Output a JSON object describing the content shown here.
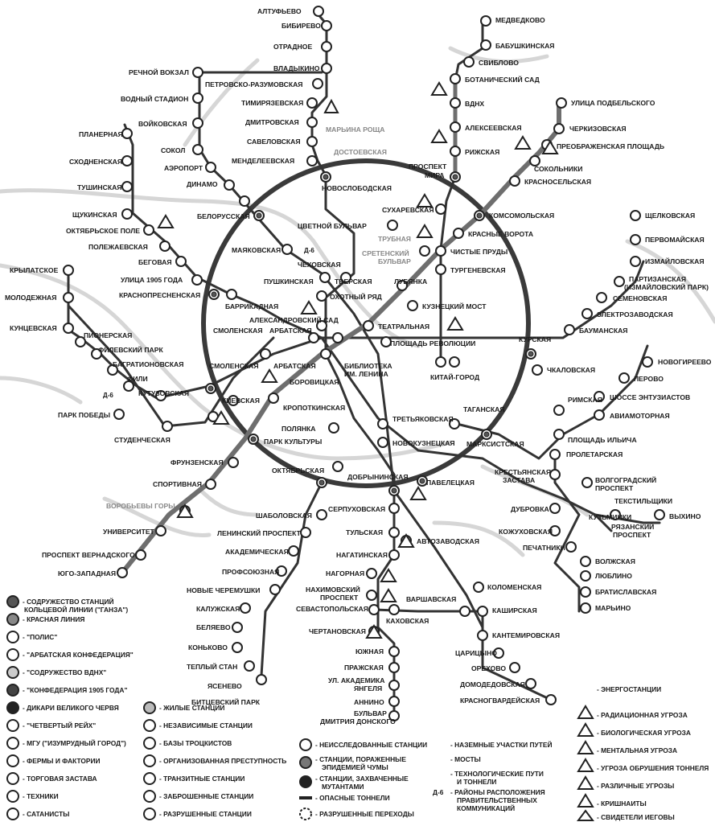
{
  "colors": {
    "line": "#333333",
    "ring": "#3a3a3a",
    "river": "#d4d4d4",
    "hansa": "#555555",
    "red": "#7a7a7a"
  },
  "stations": {
    "altufyevo": "АЛТУФЬЕВО",
    "bibirevo": "БИБИРЕВО",
    "otradnoe": "ОТРАДНОЕ",
    "vladykino": "ВЛАДЫКИНО",
    "petrovsko": "ПЕТРОВСКО-РАЗУМОВСКАЯ",
    "timiryazevskaya": "ТИМИРЯЗЕВСКАЯ",
    "dmitrovskaya": "ДМИТРОВСКАЯ",
    "savelovskaya": "САВЕЛОВСКАЯ",
    "mendeleevskaya": "МЕНДЕЛЕЕВСКАЯ",
    "novoslobodskaya": "НОВОСЛОБОДСКАЯ",
    "maryina_roshcha": "МАРЬИНА РОЩА",
    "dostoevskaya": "ДОСТОЕВСКАЯ",
    "medvedkovo": "МЕДВЕДКОВО",
    "babushkinskaya": "БАБУШКИНСКАЯ",
    "sviblovo": "СВИБЛОВО",
    "botanichesky": "БОТАНИЧЕСКИЙ САД",
    "vdnh": "ВДНХ",
    "alekseevskaya": "АЛЕКСЕЕВСКАЯ",
    "rizhskaya": "РИЖСКАЯ",
    "prospekt_mira_1": "ПРОСПЕКТ",
    "prospekt_mira_2": "МИРА",
    "podbelskogo": "УЛИЦА ПОДБЕЛЬСКОГО",
    "cherkizovskaya": "ЧЕРКИЗОВСКАЯ",
    "preobrazhenskaya": "ПРЕОБРАЖЕНСКАЯ ПЛОЩАДЬ",
    "sokolniki": "СОКОЛЬНИКИ",
    "krasnoselskaya": "КРАСНОСЕЛЬСКАЯ",
    "komsomolskaya": "КОМСОМОЛЬСКАЯ",
    "krasnye_vorota": "КРАСНЫЕ ВОРОТА",
    "chistye_prudy": "ЧИСТЫЕ ПРУДЫ",
    "turgenevskaya": "ТУРГЕНЕВСКАЯ",
    "sukharevskaya": "СУХАРЕВСКАЯ",
    "tsvetnoy": "ЦВЕТНОЙ БУЛЬВАР",
    "trubnaya": "ТРУБНАЯ",
    "sretensky_1": "СРЕТЕНСКИЙ",
    "sretensky_2": "БУЛЬВАР",
    "rechnoy": "РЕЧНОЙ ВОКЗАЛ",
    "vodny": "ВОДНЫЙ СТАДИОН",
    "voykovskaya": "ВОЙКОВСКАЯ",
    "sokol": "СОКОЛ",
    "aeroport": "АЭРОПОРТ",
    "dinamo": "ДИНАМО",
    "belorusskaya": "БЕЛОРУССКАЯ",
    "mayakovskaya": "МАЯКОВСКАЯ",
    "d6": "Д-6",
    "planernaya": "ПЛАНЕРНАЯ",
    "skhodnenskaya": "СХОДНЕНСКАЯ",
    "tushinskaya": "ТУШИНСКАЯ",
    "shchukinskaya": "ЩУКИНСКАЯ",
    "oktyabrskoe_pole": "ОКТЯБРЬСКОЕ ПОЛЕ",
    "polezhaevskaya": "ПОЛЕЖАЕВСКАЯ",
    "begovaya": "БЕГОВАЯ",
    "ulitsa_1905": "УЛИЦА 1905 ГОДА",
    "krasnopresnenskaya": "КРАСНОПРЕСНЕНСКАЯ",
    "barrikadnaya": "БАРРИКАДНАЯ",
    "pushkinskaya": "ПУШКИНСКАЯ",
    "chekhovskaya": "ЧЕХОВСКАЯ",
    "tverskaya": "ТВЕРСКАЯ",
    "lubyanka": "ЛУБЯНКА",
    "okhotny_ryad": "ОХОТНЫЙ РЯД",
    "kuznetsky": "КУЗНЕЦКИЙ МОСТ",
    "teatralnaya": "ТЕАТРАЛЬНАЯ",
    "ploshchad_rev": "ПЛОЩАДЬ РЕВОЛЮЦИИ",
    "aleksandrovsky": "АЛЕКСАНДРОВСКИЙ САД",
    "smolenskaya_arb_1": "СМОЛЕНСКАЯ",
    "arbatskaya_1": "АРБАТСКАЯ",
    "smolenskaya_arb_2": "СМОЛЕНСКАЯ",
    "arbatskaya_2": "АРБАТСКАЯ",
    "biblioteka_1": "БИБЛИОТЕКА",
    "biblioteka_2": "ИМ. ЛЕНИНА",
    "borovitskaya": "БОРОВИЦКАЯ",
    "kitay_gorod": "КИТАЙ-ГОРОД",
    "kurskaya": "КУРСКАЯ",
    "chkalovskaya": "ЧКАЛОВСКАЯ",
    "krylatskoe": "КРЫЛАТСКОЕ",
    "molodezhnaya": "МОЛОДЕЖНАЯ",
    "kuntsevskaya": "КУНЦЕВСКАЯ",
    "pionerskaya": "ПИОНЕРСКАЯ",
    "filevsky_park": "ФИЛЕВСКИЙ ПАРК",
    "bagrationovskaya": "БАГРАТИОНОВСКАЯ",
    "fili": "ФИЛИ",
    "kutuzovskaya": "КУТУЗОВСКАЯ",
    "park_pobedy": "ПАРК ПОБЕДЫ",
    "studencheskaya": "СТУДЕНЧЕСКАЯ",
    "kievskaya": "КИЕВСКАЯ",
    "kropotkinskaya": "КРОПОТКИНСКАЯ",
    "polyanka": "ПОЛЯНКА",
    "park_kultury": "ПАРК КУЛЬТУРЫ",
    "frunzenskaya": "ФРУНЗЕНСКАЯ",
    "sportivnaya": "СПОРТИВНАЯ",
    "vorobyovy": "ВОРОБЬЕВЫ ГОРЫ",
    "universitet": "УНИВЕРСИТЕТ",
    "prospekt_vernadskogo": "ПРОСПЕКТ ВЕРНАДСКОГО",
    "yugo_zapadnaya": "ЮГО-ЗАПАДНАЯ",
    "oktyabrskaya": "ОКТЯБРЬСКАЯ",
    "dobryninskaya": "ДОБРЫНИНСКАЯ",
    "serpukhovskaya": "СЕРПУХОВСКАЯ",
    "paveletskaya": "ПАВЕЛЕЦКАЯ",
    "tretyakovskaya": "ТРЕТЬЯКОВСКАЯ",
    "novokuznetskaya": "НОВОКУЗНЕЦКАЯ",
    "taganskaya": "ТАГАНСКАЯ",
    "marksistskaya": "МАРКСИСТСКАЯ",
    "shchelkovskaya": "ЩЕЛКОВСКАЯ",
    "pervomayskaya": "ПЕРВОМАЙСКАЯ",
    "izmaylovskaya": "ИЗМАЙЛОВСКАЯ",
    "partizanskaya_1": "ПАРТИЗАНСКАЯ",
    "partizanskaya_2": "(ИЗМАЙЛОВСКИЙ ПАРК)",
    "semenovskaya": "СЕМЕНОВСКАЯ",
    "elektrozavodskaya": "ЭЛЕКТРОЗАВОДСКАЯ",
    "baumanskaya": "БАУМАНСКАЯ",
    "novogireevo": "НОВОГИРЕЕВО",
    "perovo": "ПЕРОВО",
    "shosse": "ШОССЕ ЭНТУЗИАСТОВ",
    "aviamotornaya": "АВИАМОТОРНАЯ",
    "rimskaya": "РИМСКАЯ",
    "ploshchad_ilicha": "ПЛОЩАДЬ ИЛЬИЧА",
    "proletarskaya": "ПРОЛЕТАРСКАЯ",
    "krestyanskaya_1": "КРЕСТЬЯНСКАЯ",
    "krestyanskaya_2": "ЗАСТАВА",
    "volgogradsky_1": "ВОЛГОГРАДСКИЙ",
    "volgogradsky_2": "ПРОСПЕКТ",
    "tekstilshchiki": "ТЕКСТИЛЬЩИКИ",
    "kuzminki": "КУЗЬМИНКИ",
    "vykhino": "ВЫХИНО",
    "ryazansky_1": "РЯЗАНСКИЙ",
    "ryazansky_2": "ПРОСПЕКТ",
    "dubrovka": "ДУБРОВКА",
    "kozhukhovskaya": "КОЖУХОВСКАЯ",
    "pechatniki": "ПЕЧАТНИКИ",
    "volzhskaya": "ВОЛЖСКАЯ",
    "lyublino": "ЛЮБЛИНО",
    "bratislavskaya": "БРАТИСЛАВСКАЯ",
    "maryino": "МАРЬИНО",
    "shabolovskaya": "ШАБОЛОВСКАЯ",
    "leninsky": "ЛЕНИНСКИЙ ПРОСПЕКТ",
    "akademicheskaya": "АКАДЕМИЧЕСКАЯ",
    "profsoyuznaya": "ПРОФСОЮЗНАЯ",
    "novye_cheryomushki": "НОВЫЕ ЧЕРЕМУШКИ",
    "kaluzhskaya": "КАЛУЖСКАЯ",
    "belyaevo": "БЕЛЯЕВО",
    "konkovo": "КОНЬКОВО",
    "tyoply_stan": "ТЕПЛЫЙ СТАН",
    "yasenevo": "ЯСЕНЕВО",
    "bitsevsky": "БИТЦЕВСКИЙ ПАРК",
    "tulskaya": "ТУЛЬСКАЯ",
    "nagatinskaya": "НАГАТИНСКАЯ",
    "avtozavodskaya": "АВТОЗАВОДСКАЯ",
    "nagornaya": "НАГОРНАЯ",
    "nakhimovsky_1": "НАХИМОВСКИЙ",
    "nakhimovsky_2": "ПРОСПЕКТ",
    "sevastopolskaya": "СЕВАСТОПОЛЬСКАЯ",
    "varshavskaya": "ВАРШАВСКАЯ",
    "kakhovskaya": "КАХОВСКАЯ",
    "kashirskaya": "КАШИРСКАЯ",
    "kolomenskaya": "КОЛОМЕНСКАЯ",
    "chertanovskaya": "ЧЕРТАНОВСКАЯ",
    "yuzhnaya": "ЮЖНАЯ",
    "prazhskaya": "ПРАЖСКАЯ",
    "akad_yangelya_1": "УЛ. АКАДЕМИКА",
    "akad_yangelya_2": "ЯНГЕЛЯ",
    "annino": "АННИНО",
    "bulvar_donskogo_1": "БУЛЬВАР",
    "bulvar_donskogo_2": "ДМИТРИЯ ДОНСКОГО",
    "kantemirovskaya": "КАНТЕМИРОВСКАЯ",
    "tsaritsyno": "ЦАРИЦЫНО",
    "orekhovo": "ОРЕХОВО",
    "domodedovskaya": "ДОМОДЕДОВСКАЯ",
    "krasnogvardeyskaya": "КРАСНОГВАРДЕЙСКАЯ"
  },
  "legend": {
    "col1": [
      "- СОДРУЖЕСТВО СТАНЦИЙ",
      "КОЛЬЦЕВОЙ ЛИНИИ (\"ГАНЗА\")",
      "- КРАСНАЯ ЛИНИЯ",
      "- \"ПОЛИС\"",
      "- \"АРБАТСКАЯ КОНФЕДЕРАЦИЯ\"",
      "- \"СОДРУЖЕСТВО ВДНХ\"",
      "- \"КОНФЕДЕРАЦИЯ 1905 ГОДА\"",
      "- ДИКАРИ ВЕЛИКОГО ЧЕРВЯ",
      "- \"ЧЕТВЕРТЫЙ РЕЙХ\"",
      "- МГУ (\"ИЗУМРУДНЫЙ ГОРОД\")",
      "- ФЕРМЫ И ФАКТОРИИ",
      "- ТОРГОВАЯ ЗАСТАВА",
      "- ТЕХНИКИ",
      "- САТАНИСТЫ"
    ],
    "col2": [
      "- ЖИЛЫЕ СТАНЦИИ",
      "- НЕЗАВИСИМЫЕ СТАНЦИИ",
      "- БАЗЫ ТРОЦКИСТОВ",
      "- ОРГАНИЗОВАННАЯ ПРЕСТУПНОСТЬ",
      "- ТРАНЗИТНЫЕ СТАНЦИИ",
      "- ЗАБРОШЕННЫЕ СТАНЦИИ",
      "- РАЗРУШЕННЫЕ СТАНЦИИ"
    ],
    "col3": [
      "- НЕИССЛЕДОВАННЫЕ СТАНЦИИ",
      "- СТАНЦИИ, ПОРАЖЕННЫЕ",
      "ЭПИДЕМИЕЙ ЧУМЫ",
      "- СТАНЦИИ, ЗАХВАЧЕННЫЕ",
      "МУТАНТАМИ",
      "- ОПАСНЫЕ ТОННЕЛИ",
      "- РАЗРУШЕННЫЕ ПЕРЕХОДЫ"
    ],
    "col4": [
      "- НАЗЕМНЫЕ УЧАСТКИ ПУТЕЙ",
      "- МОСТЫ",
      "- ТЕХНОЛОГИЧЕСКИЕ ПУТИ",
      "И ТОННЕЛИ",
      "Д-6",
      "- РАЙОНЫ РАСПОЛОЖЕНИЯ",
      "ПРАВИТЕЛЬСТВЕННЫХ",
      "КОММУНИКАЦИЙ"
    ],
    "col5": [
      "- ЭНЕРГОСТАНЦИИ",
      "- РАДИАЦИОННАЯ УГРОЗА",
      "- БИОЛОГИЧЕСКАЯ УГРОЗА",
      "- МЕНТАЛЬНАЯ УГРОЗА",
      "- УГРОЗА ОБРУШЕНИЯ ТОННЕЛЯ",
      "- РАЗЛИЧНЫЕ УГРОЗЫ",
      "- КРИШНАИТЫ",
      "- СВИДЕТЕЛИ ИЕГОВЫ"
    ]
  }
}
